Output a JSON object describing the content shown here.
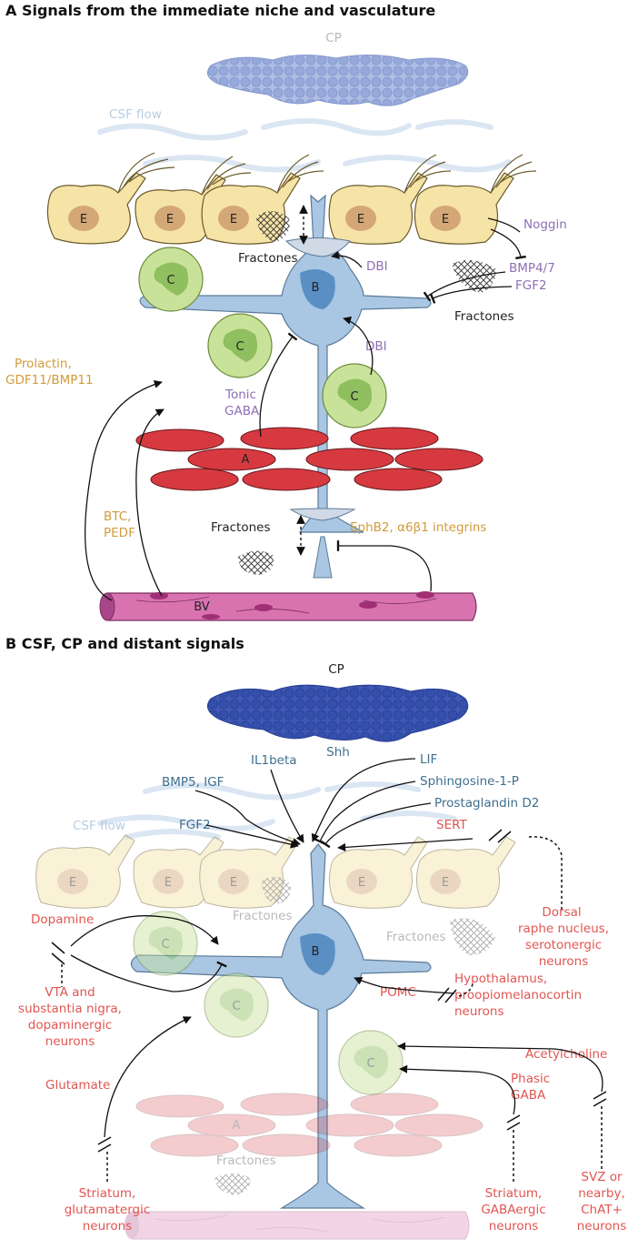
{
  "panel_a": {
    "title": "A  Signals from the immediate niche and vasculature",
    "cp_label": "CP",
    "csf_flow": "CSF flow",
    "cells": {
      "e": "E",
      "b": "B",
      "c": "C",
      "a": "A",
      "bv": "BV"
    },
    "fractones": "Fractones",
    "noggin": "Noggin",
    "bmp47": "BMP4/7",
    "fgf2": "FGF2",
    "dbi": "DBI",
    "tonic_gaba": [
      "Tonic",
      "GABA"
    ],
    "prolactin": [
      "Prolactin,",
      "GDF11/BMP11"
    ],
    "btc_pedf": [
      "BTC,",
      "PEDF"
    ],
    "ephb2": "EphB2, α6β1 integrins"
  },
  "panel_b": {
    "title": "B  CSF, CP and distant signals",
    "cp_label": "CP",
    "shh": "Shh",
    "csf_flow": "CSF flow",
    "cells": {
      "e": "E",
      "b": "B",
      "c": "C",
      "a": "A"
    },
    "fractones": "Fractones",
    "bmp5_igf": "BMP5, IGF",
    "il1beta": "IL1beta",
    "lif": "LIF",
    "s1p": "Sphingosine-1-P",
    "pgd2": "Prostaglandin D2",
    "fgf2": "FGF2",
    "sert": "SERT",
    "dorsal_raphe": [
      "Dorsal",
      "raphe nucleus,",
      "serotonergic",
      "neurons"
    ],
    "dopamine": "Dopamine",
    "vta": [
      "VTA and",
      "substantia nigra,",
      "dopaminergic",
      "neurons"
    ],
    "pomc": "POMC",
    "hypothalamus": [
      "Hypothalamus,",
      "proopiomelanocortin",
      "neurons"
    ],
    "acetylcholine": "Acetylcholine",
    "phasic_gaba": [
      "Phasic",
      "GABA"
    ],
    "glutamate": "Glutamate",
    "striatum_glu": [
      "Striatum,",
      "glutamatergic",
      "neurons"
    ],
    "striatum_gaba": [
      "Striatum,",
      "GABAergic",
      "neurons"
    ],
    "svz": [
      "SVZ or",
      "nearby,",
      "ChAT+",
      "neurons"
    ]
  },
  "colors": {
    "ependymal": "#f6e3a6",
    "b_cell": "#a9c7e2",
    "c_cell": "#8fbf5e",
    "a_cell": "#d63a40",
    "vessel": "#d873b0",
    "cp_faint": "#aebde3",
    "cp_dark": "#3f57b5",
    "purple_text": "#8e6fb5",
    "gold_text": "#d19b3a",
    "red_text": "#e05652",
    "slate_text": "#3f6f8e"
  }
}
